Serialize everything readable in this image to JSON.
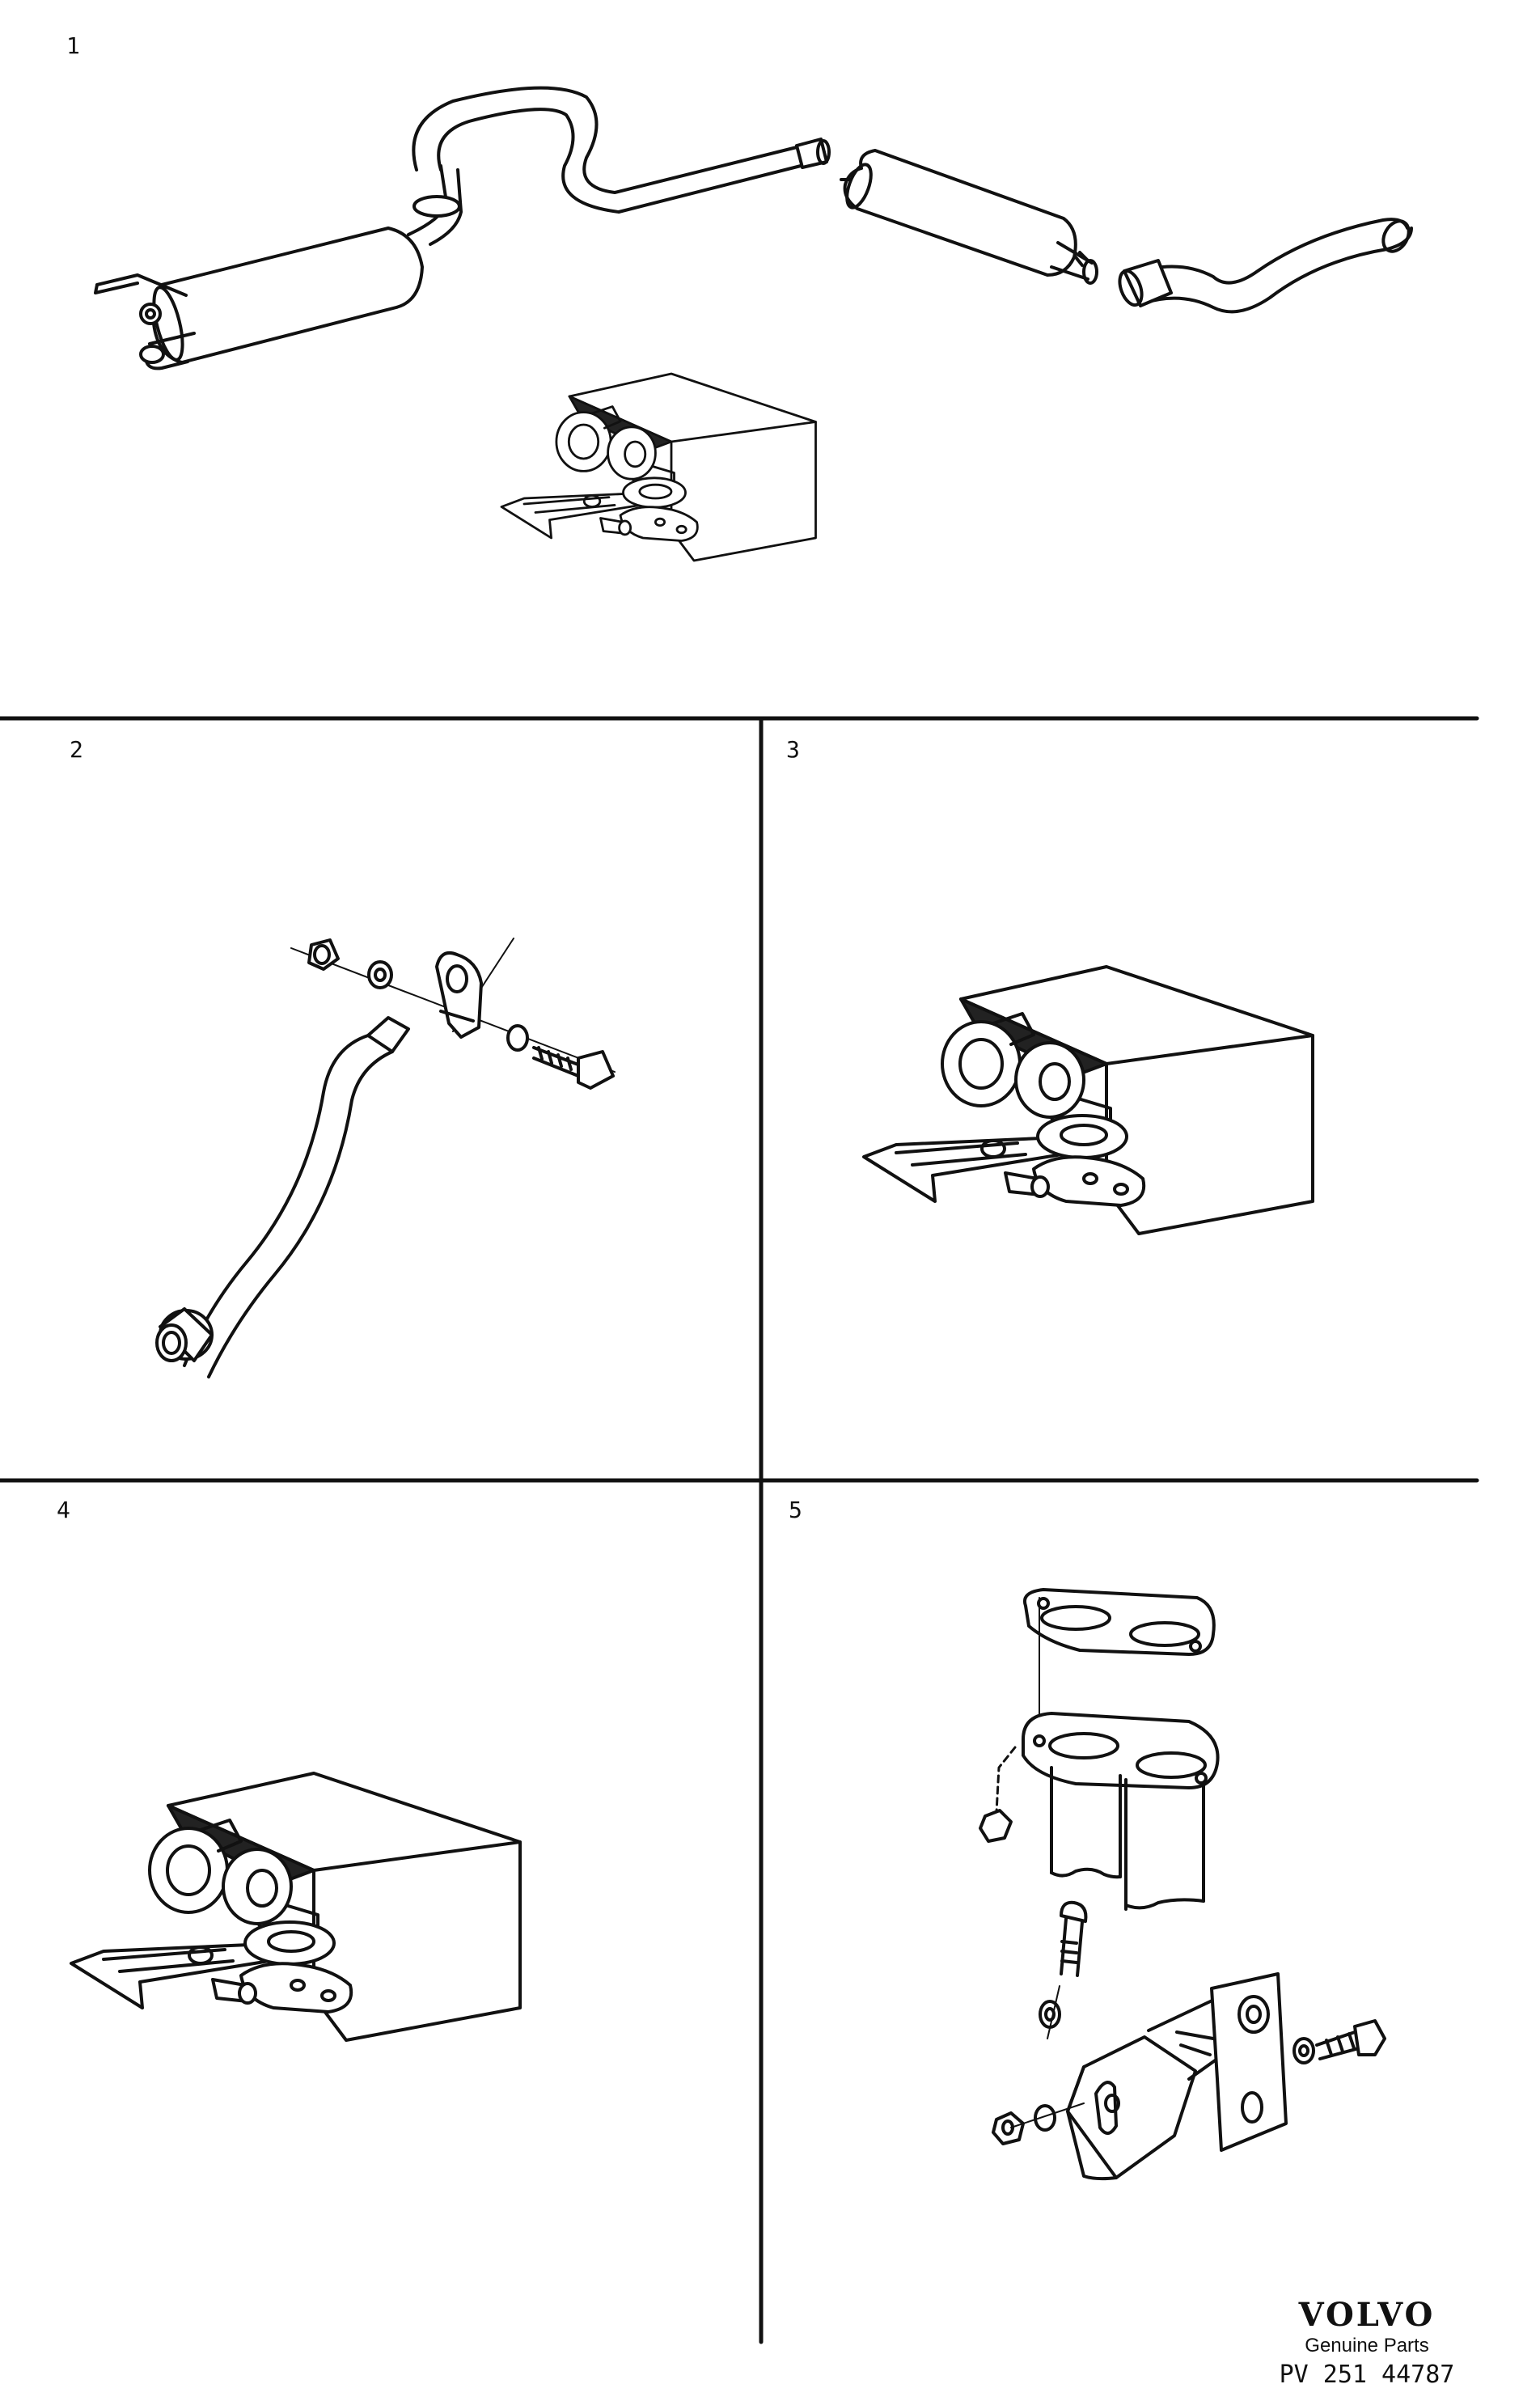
{
  "panels": [
    {
      "number": "1"
    },
    {
      "number": "2"
    },
    {
      "number": "3"
    },
    {
      "number": "4"
    },
    {
      "number": "5"
    }
  ],
  "footer": {
    "brand": "VOLVO",
    "tagline": "Genuine Parts",
    "code": "PV 251 44787"
  },
  "colors": {
    "ink": "#111111",
    "shade": "#222222",
    "paper": "#ffffff"
  }
}
